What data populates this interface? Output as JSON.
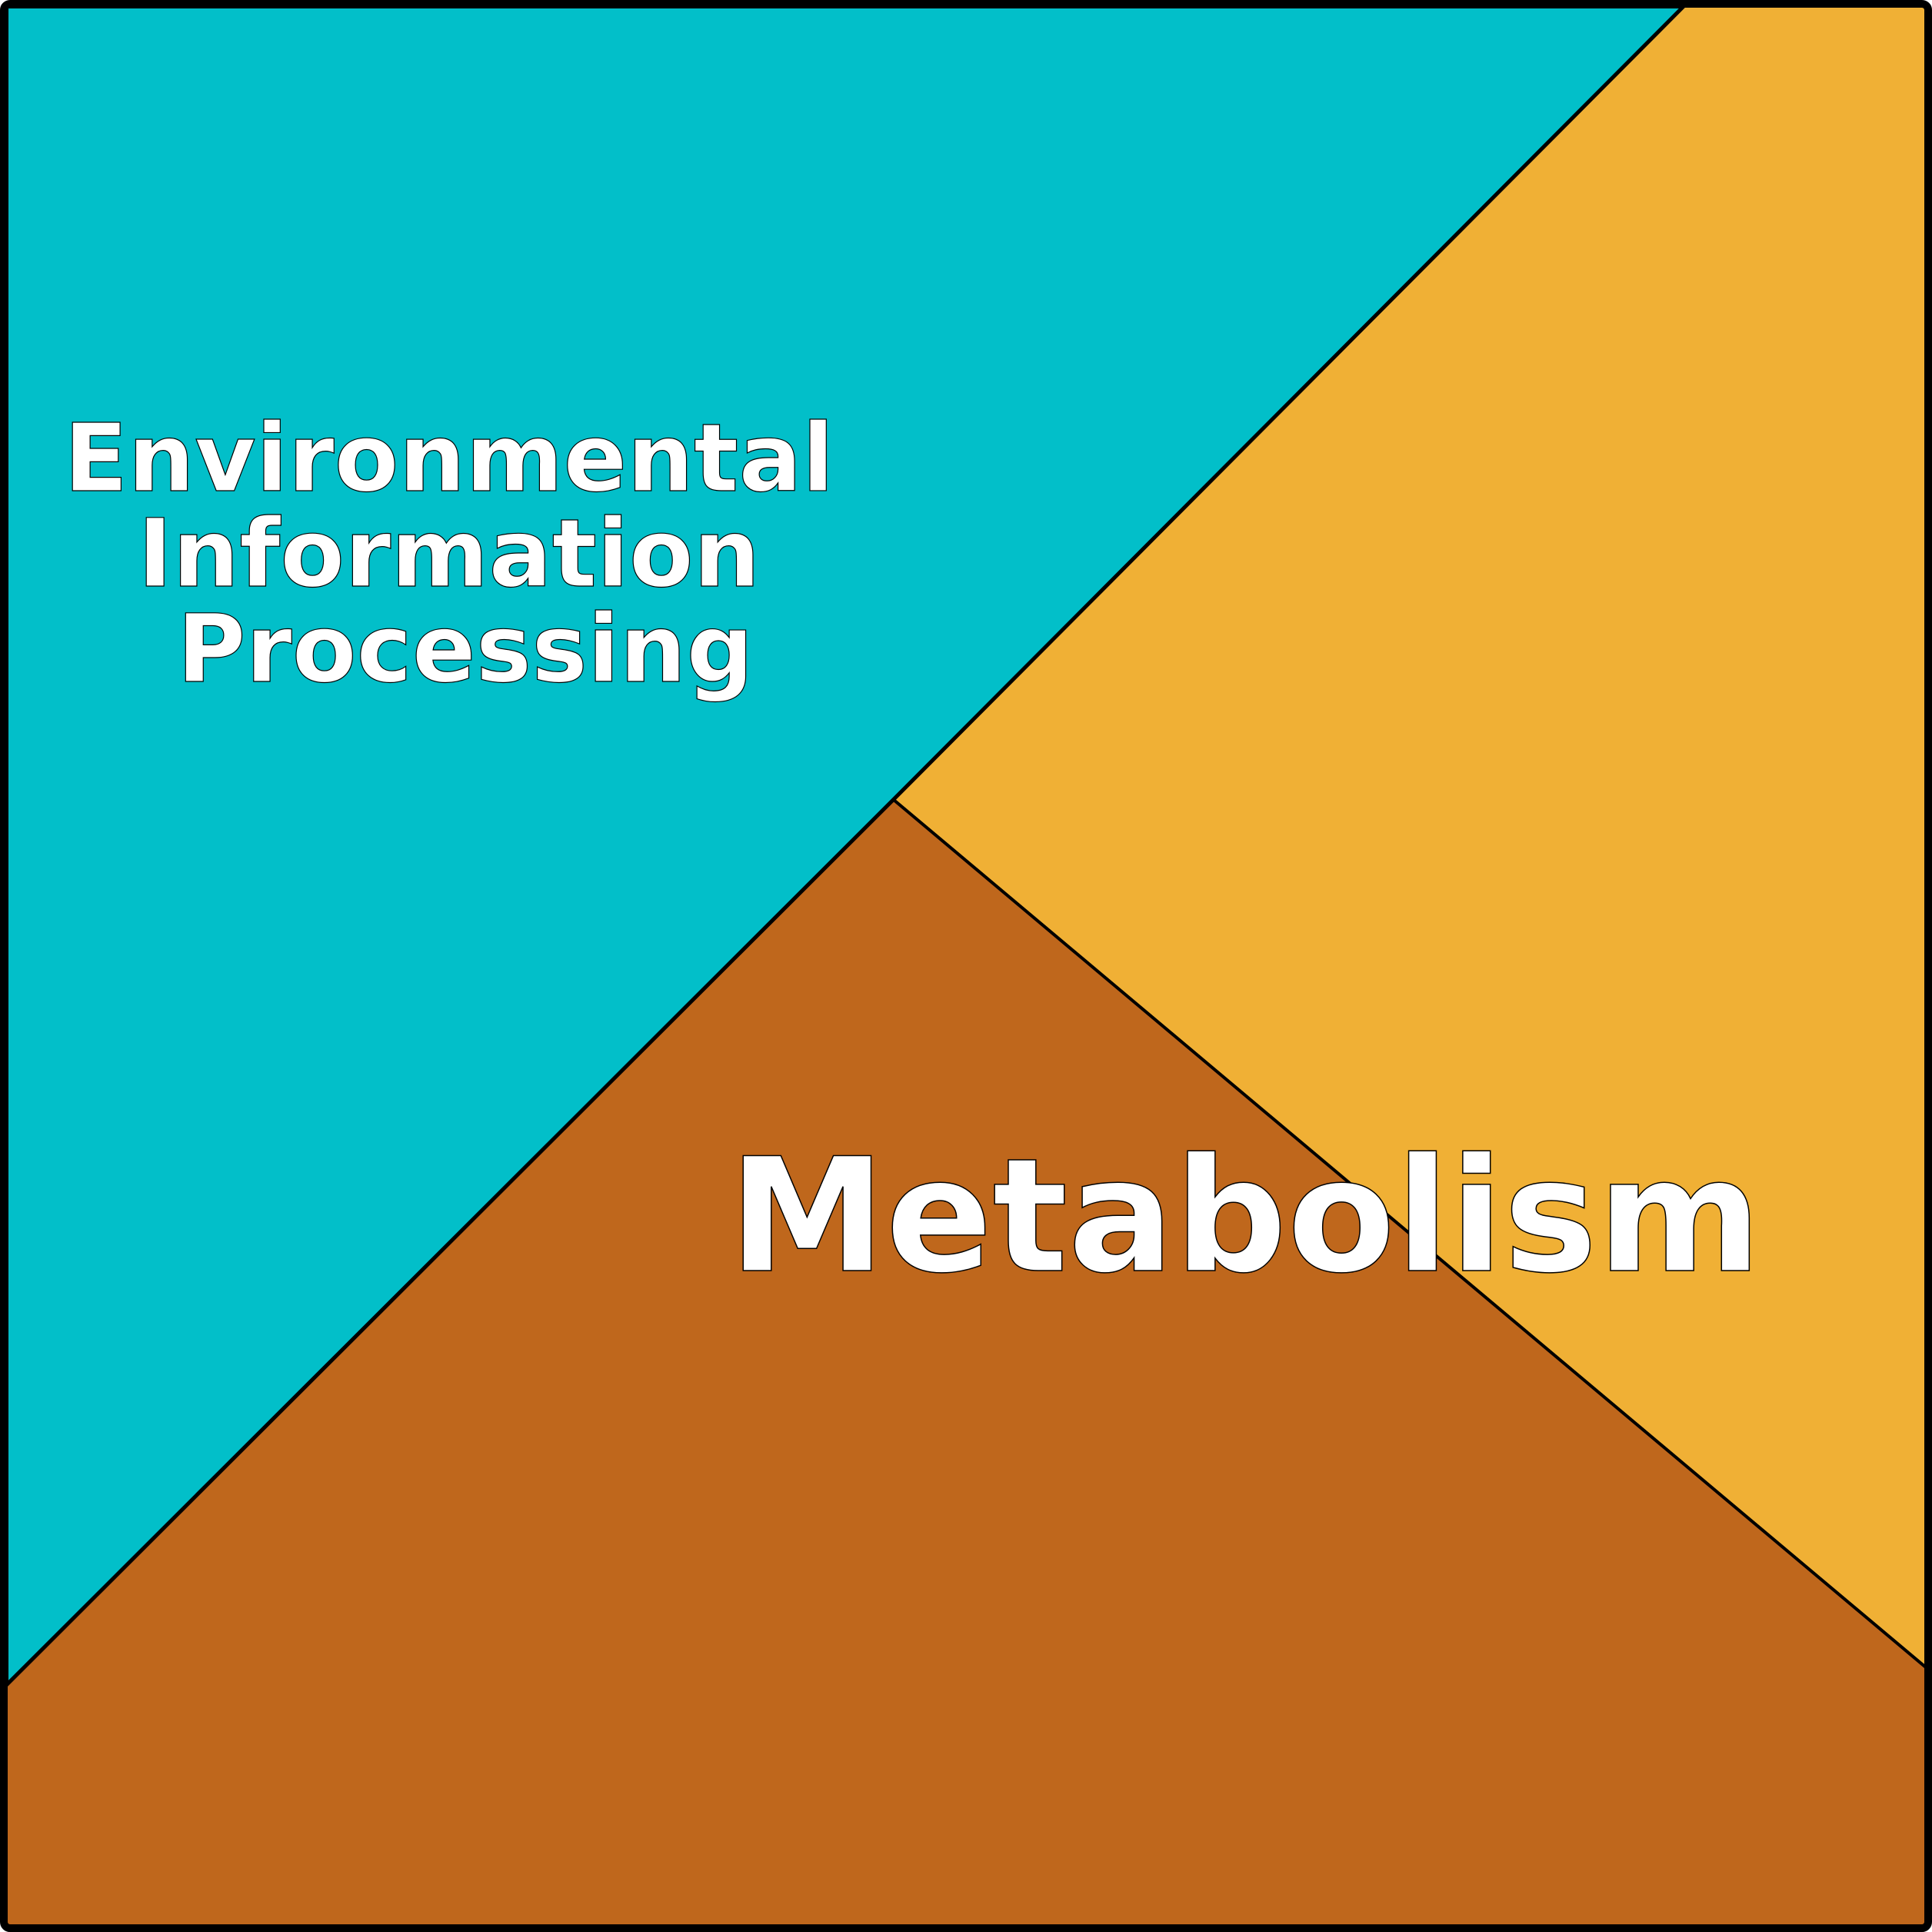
{
  "regions": [
    {
      "name": "environmental-information-processing",
      "label_lines": [
        "Environmental",
        "Information",
        "Processing"
      ],
      "color": "#02BFC9"
    },
    {
      "name": "metabolism-upper",
      "label_lines": [],
      "color": "#F0B035"
    },
    {
      "name": "metabolism",
      "label_lines": [
        "Metabolism"
      ],
      "color": "#BF671C"
    }
  ],
  "colors": {
    "border": "#000000",
    "text": "#FFFFFF"
  }
}
